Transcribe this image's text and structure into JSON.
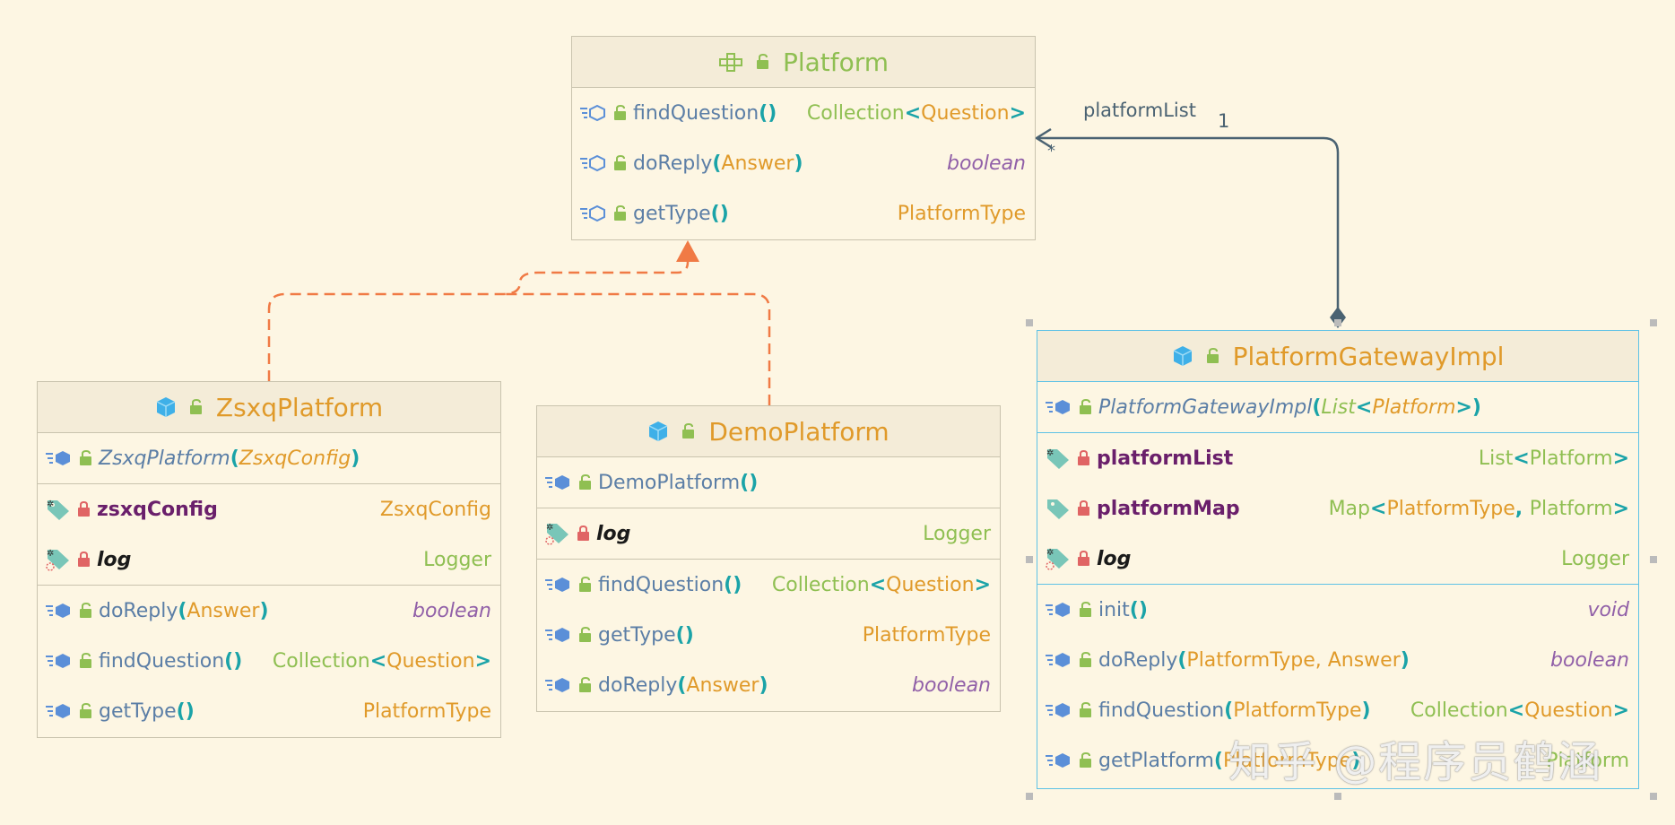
{
  "classes": {
    "platform": {
      "name": "Platform",
      "methods": [
        {
          "name": "findQuestion",
          "params": "",
          "type_prefix": "Collection",
          "type_arg": "Question"
        },
        {
          "name": "doReply",
          "params": "Answer",
          "type": "boolean"
        },
        {
          "name": "getType",
          "params": "",
          "type": "PlatformType"
        }
      ]
    },
    "zsxq": {
      "name": "ZsxqPlatform",
      "constructor": {
        "name": "ZsxqPlatform",
        "params": "ZsxqConfig"
      },
      "fields": [
        {
          "name": "zsxqConfig",
          "type": "ZsxqConfig"
        },
        {
          "name": "log",
          "type": "Logger"
        }
      ],
      "methods": [
        {
          "name": "doReply",
          "params": "Answer",
          "type": "boolean"
        },
        {
          "name": "findQuestion",
          "params": "",
          "type_prefix": "Collection",
          "type_arg": "Question"
        },
        {
          "name": "getType",
          "params": "",
          "type": "PlatformType"
        }
      ]
    },
    "demo": {
      "name": "DemoPlatform",
      "constructor": {
        "name": "DemoPlatform",
        "params": ""
      },
      "fields": [
        {
          "name": "log",
          "type": "Logger"
        }
      ],
      "methods": [
        {
          "name": "findQuestion",
          "params": "",
          "type_prefix": "Collection",
          "type_arg": "Question"
        },
        {
          "name": "getType",
          "params": "",
          "type": "PlatformType"
        },
        {
          "name": "doReply",
          "params": "Answer",
          "type": "boolean"
        }
      ]
    },
    "gateway": {
      "name": "PlatformGatewayImpl",
      "constructor": {
        "name": "PlatformGatewayImpl",
        "params_prefix": "List",
        "params_arg": "Platform"
      },
      "fields": [
        {
          "name": "platformList",
          "type_prefix": "List",
          "type_arg": "Platform"
        },
        {
          "name": "platformMap",
          "type_prefix": "Map",
          "type_arg1": "PlatformType",
          "type_arg2": "Platform"
        },
        {
          "name": "log",
          "type": "Logger"
        }
      ],
      "methods": [
        {
          "name": "init",
          "params": "",
          "type": "void"
        },
        {
          "name": "doReply",
          "params": "PlatformType, Answer",
          "type": "boolean"
        },
        {
          "name": "findQuestion",
          "params": "PlatformType",
          "type_prefix": "Collection",
          "type_arg": "Question"
        },
        {
          "name": "getPlatform",
          "params": "PlatformType",
          "type": "Platform"
        }
      ]
    }
  },
  "association": {
    "label": "platformList",
    "target_multiplicity": "*",
    "source_multiplicity": "1"
  },
  "watermark": "知乎 @程序员鹤涵",
  "colors": {
    "background": "#fdf6e3",
    "class_name": "#e09a2a",
    "method_name": "#5b7ea6",
    "field_name": "#6a1f6b",
    "paren": "#1aa3a8",
    "generic_type": "#8fbf52",
    "primitive": "#9160a8",
    "realization": "#f07a45",
    "association": "#4a6272",
    "selection": "#5ec2e6"
  },
  "icons": [
    "interface-icon",
    "class-icon",
    "method-icon",
    "field-icon",
    "static-field-icon",
    "public-lock-icon",
    "private-lock-icon"
  ]
}
